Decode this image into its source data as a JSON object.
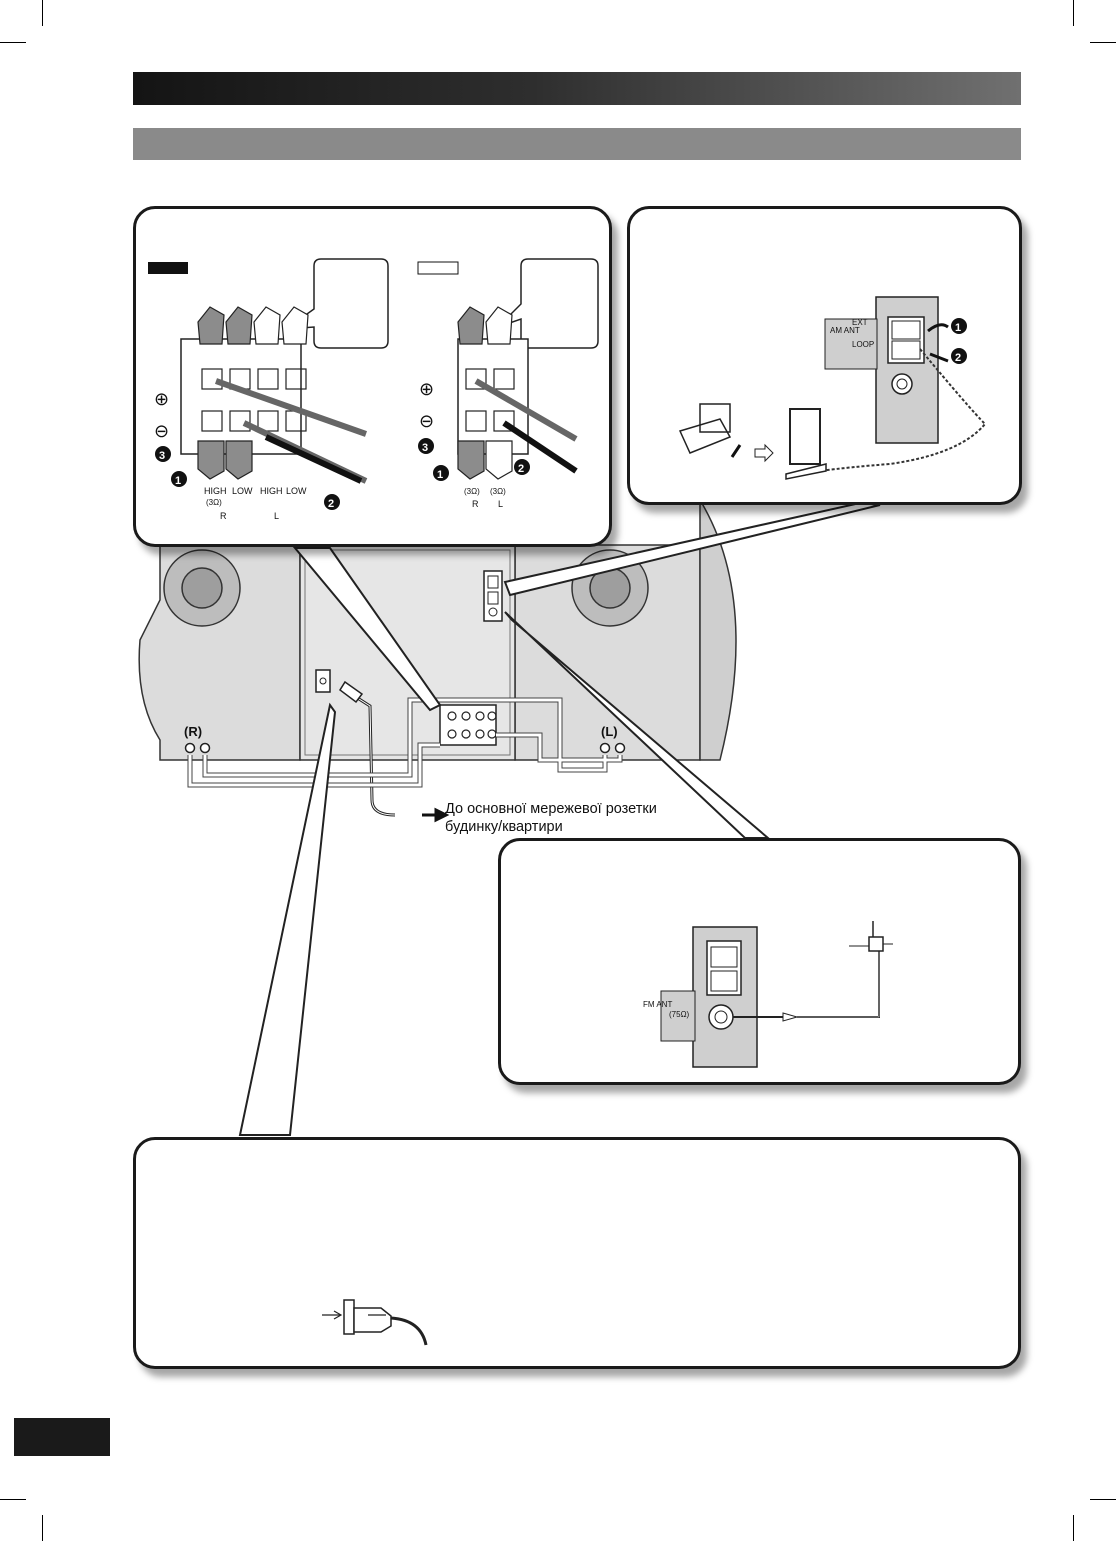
{
  "diagram": {
    "polarity_plus": "⊕",
    "polarity_minus": "⊖",
    "step_1": "1",
    "step_2": "2",
    "step_3": "3",
    "speaker_terminals": {
      "high_label": "HIGH",
      "low_label": "LOW",
      "impedance": "(3Ω)",
      "right_mark": "R",
      "left_mark": "L"
    },
    "am_jack": {
      "am_label": "AM ANT",
      "ext_label": "EXT",
      "loop_label": "LOOP"
    },
    "fm_jack": {
      "fm_label": "FM ANT",
      "impedance": "(75Ω)"
    },
    "channel_right": "(R)",
    "channel_left": "(L)",
    "mains_caption_line1": "До основної мережевої розетки",
    "mains_caption_line2": "будинку/квартири"
  },
  "colors": {
    "header_dark": "#141414",
    "subheader_gray": "#8a8a8a",
    "unit_fill": "#e6e6e6",
    "speaker_fill": "#dcdcdc"
  }
}
